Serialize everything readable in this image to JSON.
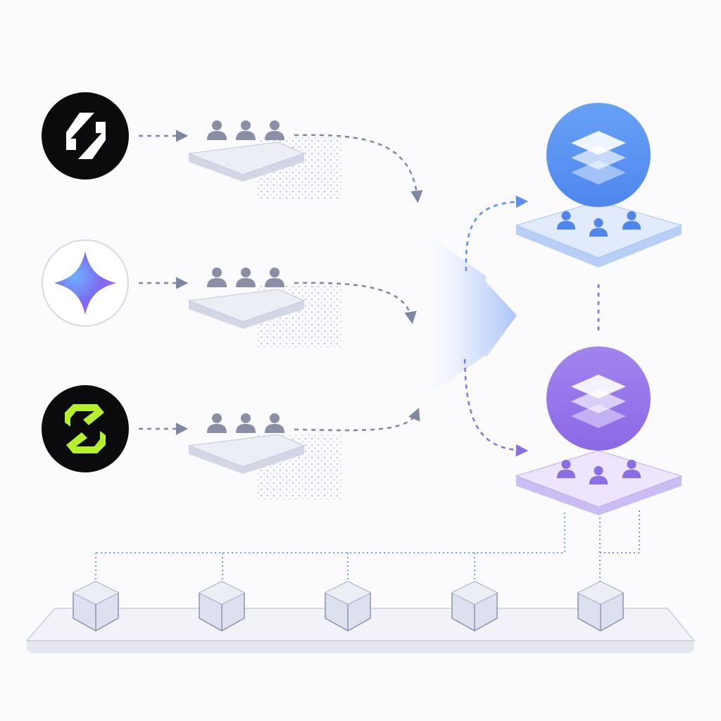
{
  "colors": {
    "background": "#fbfbfd",
    "connector_gray": "#7f86a2",
    "user_gray": "#8a8fa6",
    "blue_accent": "#5c8ef0",
    "blue_circle": "#5b95f2",
    "purple_accent": "#8a6ee6",
    "purple_circle": "#9775ea",
    "lime_logo": "#b6f02c",
    "platform_light": "#eceef6",
    "cube_fill": "#dde0ee"
  },
  "sources": [
    {
      "logo": "slash-logo-icon",
      "users_on_platform": 3
    },
    {
      "logo": "sparkle-star-icon",
      "users_on_platform": 3
    },
    {
      "logo": "linked-s-logo-icon",
      "users_on_platform": 3
    }
  ],
  "hubs": [
    {
      "theme": "blue",
      "icon": "layers-stack-icon",
      "users_on_platform": 3
    },
    {
      "theme": "purple",
      "icon": "layers-stack-icon",
      "users_on_platform": 3
    }
  ],
  "base_nodes": {
    "count": 5,
    "icon": "cube-icon"
  }
}
